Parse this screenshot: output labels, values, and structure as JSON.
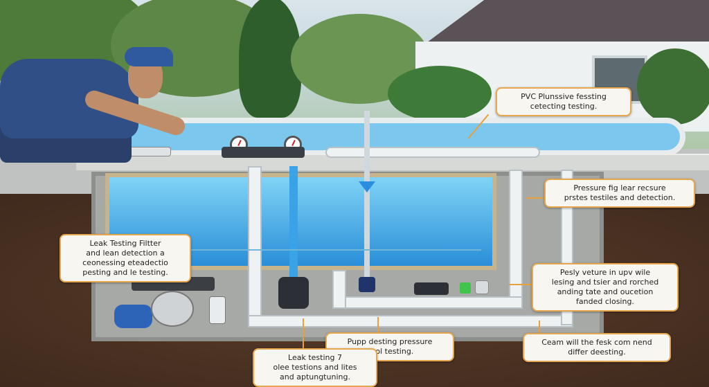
{
  "labels": {
    "top_right": [
      "PVC Plunssive fessting",
      "cetecting testing."
    ],
    "right_upper": [
      "Pressure fig lear recsure",
      "prstes testiles and detection."
    ],
    "left": [
      "Leak Testing Filtter",
      "and lean detection a",
      "ceonessing eteadectio",
      "pesting and le testing."
    ],
    "right_middle": [
      "Pesly veture in upv wile",
      "lesing and tsier and rorched",
      "anding tate and oucetion",
      "fanded closing."
    ],
    "bottom_center": [
      "Pupp desting pressure",
      "pool testing."
    ],
    "bottom_left": [
      "Leak testing 7",
      "olee testions and lites",
      "and aptungtuning."
    ],
    "bottom_right": [
      "Ceam will the fesk com nend",
      "differ deesting."
    ]
  },
  "colors": {
    "label_border": "#e6a64e",
    "label_background": "#f8f6f0",
    "water": "#3aa2e6",
    "soil": "#4a3426"
  },
  "icons": {
    "pressure_gauge": "gauge-icon",
    "flow_arrow": "arrow-down-icon"
  }
}
